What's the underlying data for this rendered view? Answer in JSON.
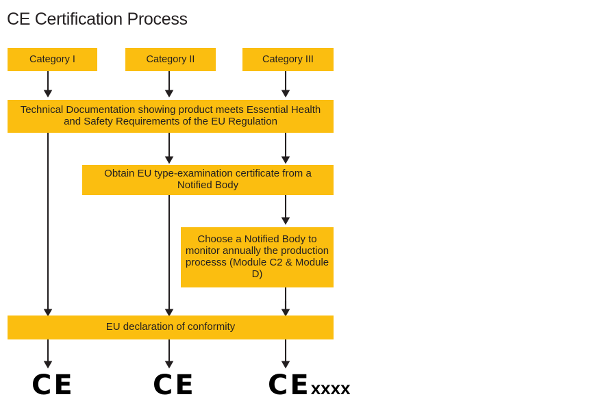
{
  "title": "CE Certification Process",
  "theme": {
    "box_fill": "#FBBE10",
    "text_color": "#231f20",
    "connector_color": "#231f20",
    "background": "#ffffff"
  },
  "categories": [
    {
      "label": "Category I"
    },
    {
      "label": "Category II"
    },
    {
      "label": "Category III"
    }
  ],
  "steps": {
    "technical_documentation": "Technical Documentation showing product meets Essential Health and Safety Requirements of the EU Regulation",
    "type_examination": "Obtain EU type-examination certificate from a Notified Body",
    "notified_body_monitoring": "Choose a Notified Body to monitor annually the production processs (Module C2 & Module D)",
    "declaration": "EU declaration of conformity"
  },
  "ce_marks": [
    {
      "glyphs": "CE",
      "suffix": ""
    },
    {
      "glyphs": "CE",
      "suffix": ""
    },
    {
      "glyphs": "CE",
      "suffix": "xxxx"
    }
  ]
}
